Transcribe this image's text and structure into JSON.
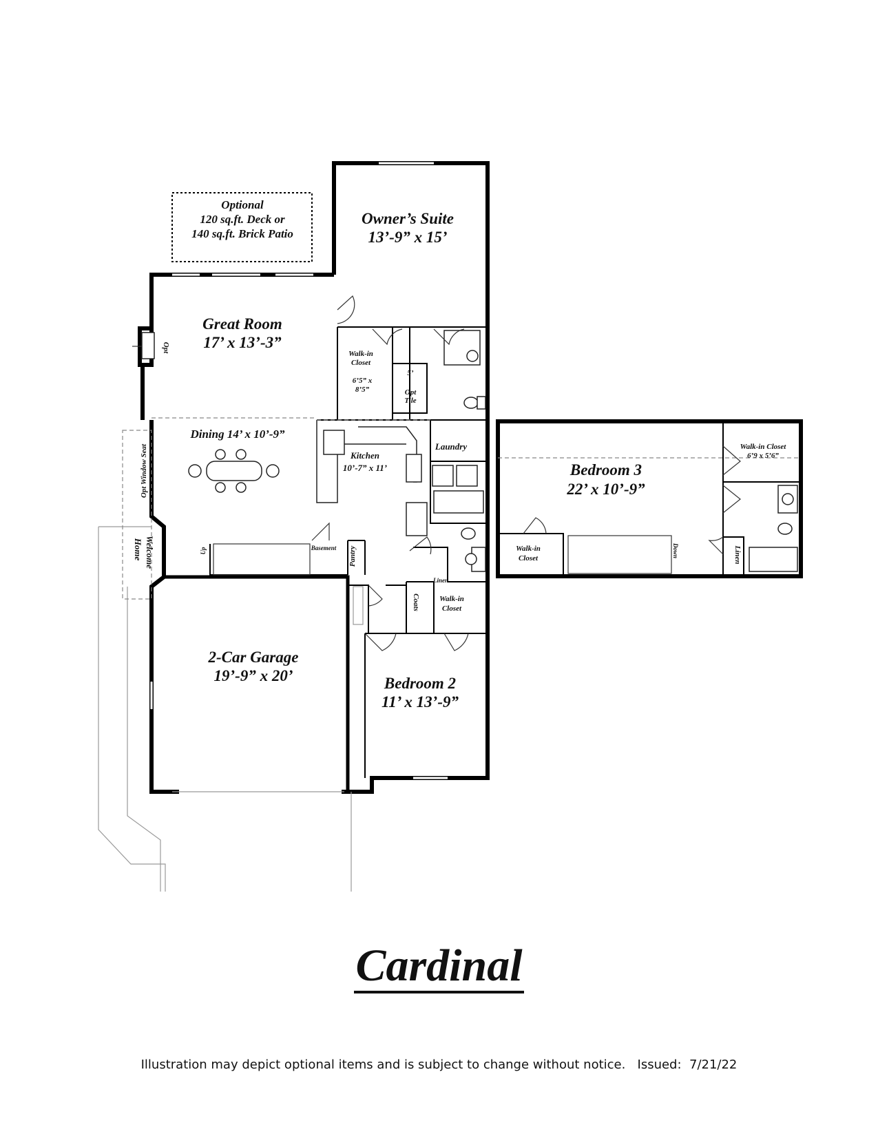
{
  "plan": {
    "title": "Cardinal",
    "disclaimer": "Illustration may depict optional items and is subject to change without notice.   Issued:  7/21/22",
    "patio": {
      "line1": "Optional",
      "line2": "120 sq.ft. Deck or",
      "line3": "140 sq.ft. Brick Patio"
    },
    "owners_suite": {
      "name": "Owner’s Suite",
      "size": "13’-9” x 15’"
    },
    "great_room": {
      "name": "Great Room",
      "size": "17’ x 13’-3”"
    },
    "dining": {
      "name": "Dining  14’ x 10’-9”"
    },
    "kitchen": {
      "name": "Kitchen",
      "size": "10’-7” x 11’"
    },
    "laundry": "Laundry",
    "walkin_closet_owner": {
      "line1": "Walk-in",
      "line2": "Closet",
      "dim1": "6’5” x",
      "dim2": "8’5”"
    },
    "shower": {
      "dim": "5’",
      "line1": "Opt",
      "line2": "Tile"
    },
    "fireplace_opt": "Opt",
    "window_seat": "Opt Window Seat",
    "welcome_home": {
      "line1": "Welcome",
      "line2": "Home"
    },
    "stairs_up": "Up",
    "basement": "Basement",
    "pantry": "Pantry",
    "linen_small": "Linen",
    "coats": "Coats",
    "walkin_closet_bed2": {
      "line1": "Walk-in",
      "line2": "Closet"
    },
    "garage": {
      "name": "2-Car Garage",
      "size": "19’-9” x 20’"
    },
    "bedroom2": {
      "name": "Bedroom 2",
      "size": "11’ x 13’-9”"
    },
    "bedroom3": {
      "name": "Bedroom 3",
      "size": "22’ x 10’-9”"
    },
    "walkin_closet_bed3": {
      "line1": "Walk-in Closet",
      "line2": "6’9 x 5’6”"
    },
    "walkin_closet_upper": {
      "line1": "Walk-in",
      "line2": "Closet"
    },
    "stairs_down": "Down",
    "linen_upper": "Linen"
  }
}
